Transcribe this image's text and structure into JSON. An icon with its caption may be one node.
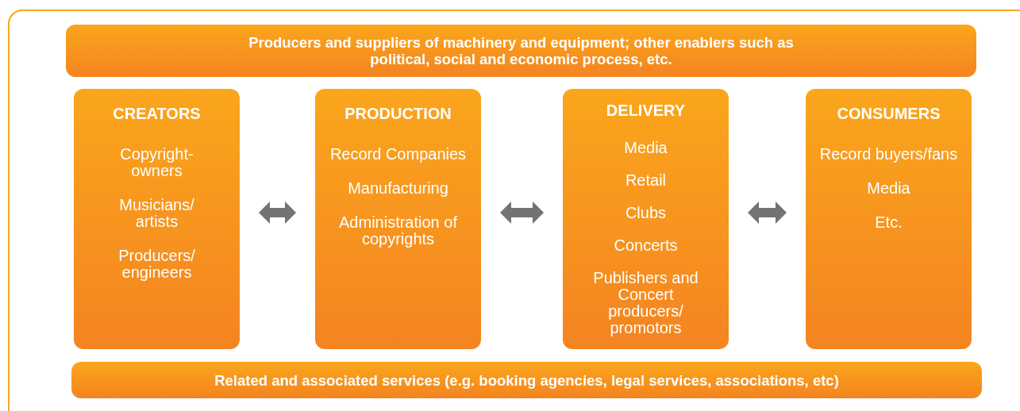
{
  "diagram": {
    "nodes": [
      {
        "text": [
          "Producers and suppliers of machinery and equipment; other enablers such as political, social and economic process, etc."
        ]
      },
      {
        "text": [
          "CREATORS",
          "Copyright- owners",
          "Musicians/ artists",
          "Producers/ engineers"
        ]
      },
      {
        "text": [
          "PRODUCTION",
          "Record Companies",
          "Manufacturing",
          "Administration of copyrights"
        ]
      },
      {
        "text": [
          "DELIVERY",
          "Media",
          "Retail",
          "Clubs",
          "Concerts",
          "Publishers and Concert producers/ promotors"
        ]
      },
      {
        "text": [
          "CONSUMERS",
          "Record buyers/fans",
          "Media",
          "Etc."
        ]
      },
      {
        "text": [
          "Related and associated services (e.g. booking  agencies, legal services, associations, etc)"
        ]
      }
    ],
    "edges": [
      {
        "from": 1,
        "to": 2,
        "arrow": "both"
      },
      {
        "from": 2,
        "to": 3,
        "arrow": "both"
      },
      {
        "from": 3,
        "to": 4,
        "arrow": "both"
      }
    ]
  }
}
